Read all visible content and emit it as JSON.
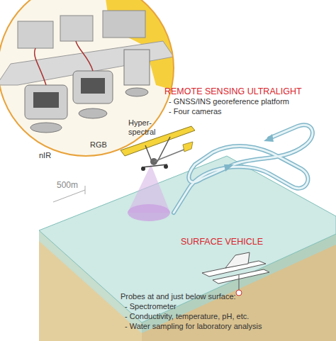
{
  "diagram": {
    "nodes": [
      {
        "text": [
          "nIR",
          "RGB",
          "Hyper-spectral"
        ]
      }
    ],
    "labels": [
      "REMOTE SENSING ULTRALIGHT",
      "- GNSS/INS georeference platform",
      "- Four cameras",
      "500m",
      "SURFACE VEHICLE",
      "Probes at and just below surface:",
      "- Spectrometer",
      "- Conductivity, temperature, pH, etc.",
      "- Water sampling for laboratory analysis"
    ]
  }
}
